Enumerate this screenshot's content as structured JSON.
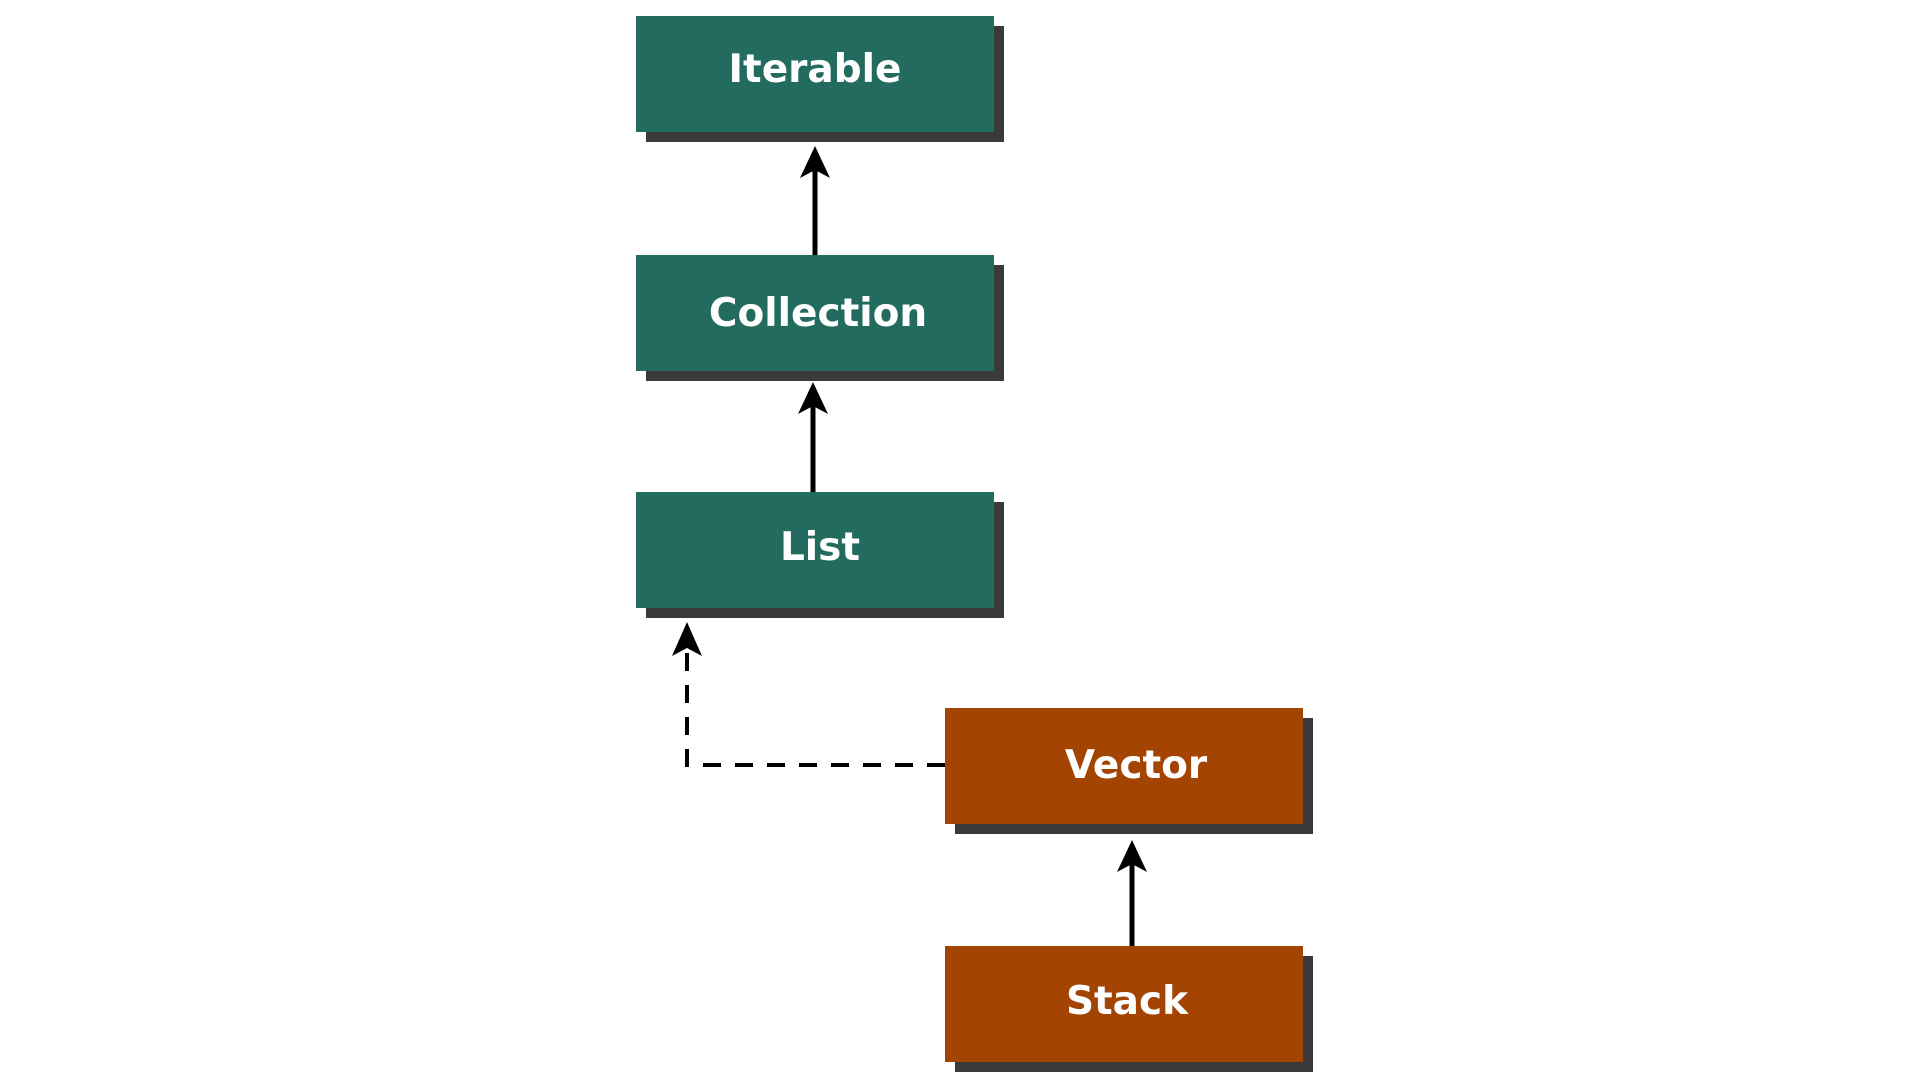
{
  "colors": {
    "interface": "#236b5e",
    "class": "#a34402",
    "shadow": "#3a3a3a",
    "edge": "#000000",
    "label": "#ffffff"
  },
  "nodes": [
    {
      "id": "iterable",
      "label": "Iterable",
      "kind": "interface"
    },
    {
      "id": "collection",
      "label": "Collection",
      "kind": "interface"
    },
    {
      "id": "list",
      "label": "List",
      "kind": "interface"
    },
    {
      "id": "vector",
      "label": "Vector",
      "kind": "class"
    },
    {
      "id": "stack",
      "label": "Stack",
      "kind": "class"
    }
  ],
  "edges": [
    {
      "from": "collection",
      "to": "iterable",
      "style": "solid"
    },
    {
      "from": "list",
      "to": "collection",
      "style": "solid"
    },
    {
      "from": "vector",
      "to": "list",
      "style": "dashed"
    },
    {
      "from": "stack",
      "to": "vector",
      "style": "solid"
    }
  ]
}
